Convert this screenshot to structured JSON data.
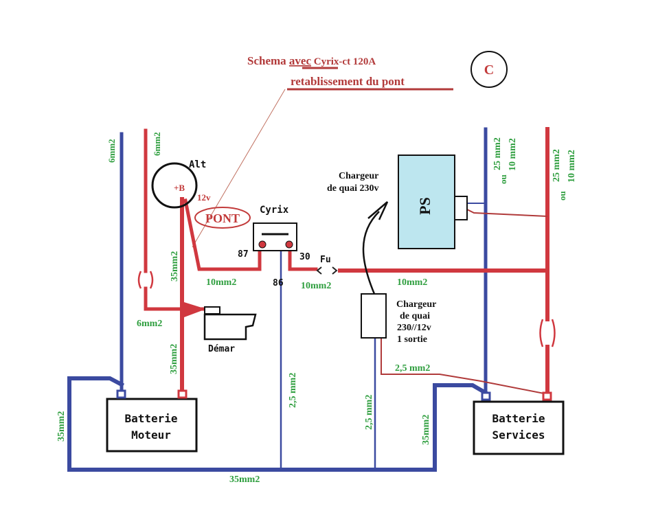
{
  "title": {
    "line1_a": "Schema ",
    "line1_b": "avec",
    "line1_c": " Cyrix-ct 120A",
    "line2": "retablissement du pont",
    "badge": "C"
  },
  "components": {
    "alt_label": "Alt",
    "alt_terminal": "+B",
    "alt_voltage": "12v",
    "pont": "PONT",
    "cyrix": "Cyrix",
    "pin_87": "87",
    "pin_30": "30",
    "pin_86": "86",
    "fuse": "Fu",
    "charger_230_line1": "Chargeur",
    "charger_230_line2": "de quai 230v",
    "ps": "PS",
    "charger_box_line1": "Chargeur",
    "charger_box_line2": "de quai",
    "charger_box_line3": "230//12v",
    "charger_box_line4": "1 sortie",
    "starter": "Démar",
    "battery_motor_line1": "Batterie",
    "battery_motor_line2": "Moteur",
    "battery_services_line1": "Batterie",
    "battery_services_line2": "Services"
  },
  "wire_labels": {
    "w_6mm2_blue": "6mm2",
    "w_6mm2_red": "6mm2",
    "w_35mm2_alt": "35mm2",
    "w_10mm2_left": "10mm2",
    "w_10mm2_mid": "10mm2",
    "w_10mm2_right": "10mm2",
    "w_6mm2_bottom": "6mm2",
    "w_35mm2_motor": "35mm2",
    "w_2_5mm2_86": "2,5 mm2",
    "w_2_5mm2_charger": "2,5 mm2",
    "w_2_5mm2_horiz": "2,5 mm2",
    "w_35mm2_left": "35mm2",
    "w_35mm2_bottom": "35mm2",
    "w_35mm2_services": "35mm2",
    "w_25_blue_a": "25 mm2",
    "w_25_blue_b": "ou",
    "w_25_blue_c": "10 mm2",
    "w_25_red_a": "25 mm2",
    "w_25_red_b": "ou",
    "w_25_red_c": "10 mm2"
  },
  "colors": {
    "positive": "#d0383f",
    "negative": "#3b4aa0",
    "label_green": "#2e9e3e",
    "ps_fill": "#bde6ef"
  }
}
